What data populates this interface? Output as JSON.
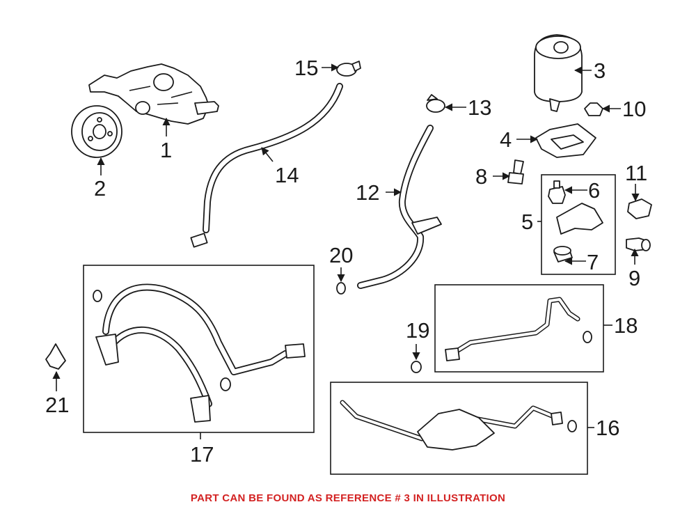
{
  "callouts": [
    {
      "number": "1"
    },
    {
      "number": "2"
    },
    {
      "number": "3"
    },
    {
      "number": "4"
    },
    {
      "number": "5"
    },
    {
      "number": "6"
    },
    {
      "number": "7"
    },
    {
      "number": "8"
    },
    {
      "number": "9"
    },
    {
      "number": "10"
    },
    {
      "number": "11"
    },
    {
      "number": "12"
    },
    {
      "number": "13"
    },
    {
      "number": "14"
    },
    {
      "number": "15"
    },
    {
      "number": "16"
    },
    {
      "number": "17"
    },
    {
      "number": "18"
    },
    {
      "number": "19"
    },
    {
      "number": "20"
    },
    {
      "number": "21"
    }
  ],
  "footnote": "PART CAN BE FOUND AS REFERENCE # 3 IN ILLUSTRATION",
  "colors": {
    "line": "#1a1a1a",
    "footnote": "#d32222",
    "background": "#ffffff"
  }
}
